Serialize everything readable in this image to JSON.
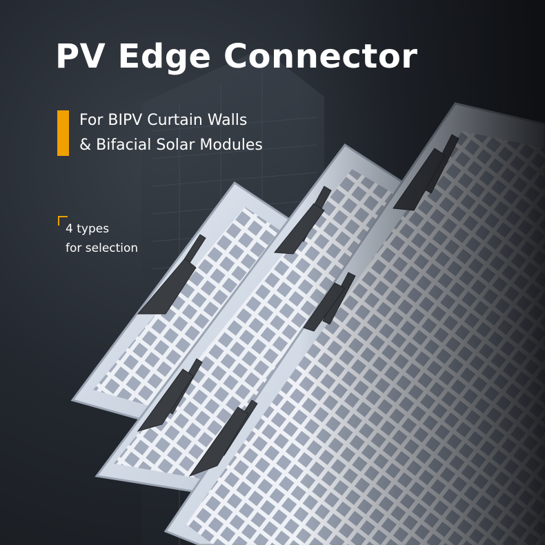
{
  "title": "PV Edge Connector",
  "subtitle_line1": "For BIPV Curtain Walls",
  "subtitle_line2": "& Bifacial Solar Modules",
  "types_line1": "4 types",
  "types_line2": "for selection",
  "colors": {
    "accent": "#f0a000",
    "text": "#ffffff",
    "background": "#1c2026"
  }
}
